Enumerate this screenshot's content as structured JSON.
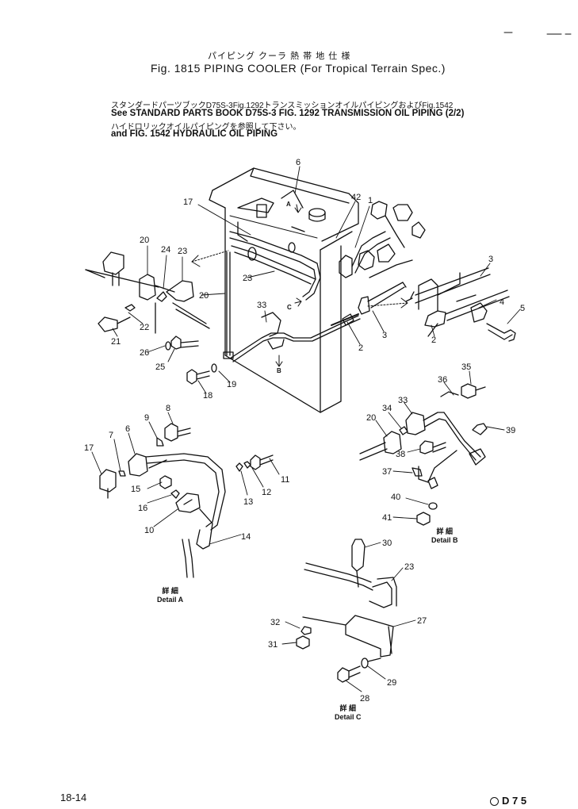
{
  "header": {
    "jp_title": "パイピング  クーラ         熱 帯 地 仕 様",
    "figure_title": "Fig. 1815   PIPING COOLER (For Tropical Terrain Spec.)"
  },
  "note": {
    "jp_line1": "スタンダードパーツブックD75S-3Fig.1292トランスミッションオイルパイピングおよびFig.1542",
    "en_line1": "See STANDARD PARTS BOOK D75S-3 FIG. 1292 TRANSMISSION OIL PIPING (2/2)",
    "jp_line2": "ハイドロリックオイルパイピングを参照して下さい。",
    "en_line2": "and FIG. 1542 HYDRAULIC OIL PIPING"
  },
  "callouts": {
    "main": [
      "6",
      "17",
      "42",
      "1",
      "20",
      "24",
      "23",
      "3",
      "4",
      "5",
      "23",
      "20",
      "33",
      "2",
      "22",
      "21",
      "3",
      "2",
      "26",
      "25",
      "18",
      "19"
    ],
    "detail_a": [
      "8",
      "9",
      "6",
      "7",
      "17",
      "15",
      "16",
      "10",
      "11",
      "12",
      "13",
      "14"
    ],
    "detail_b": [
      "35",
      "36",
      "33",
      "34",
      "20",
      "38",
      "39",
      "37",
      "40",
      "41"
    ],
    "detail_c": [
      "30",
      "23",
      "27",
      "32",
      "31",
      "28",
      "29"
    ]
  },
  "view_markers": [
    "A",
    "B",
    "C"
  ],
  "detail_labels": {
    "a_jp": "詳 細",
    "a": "Detail A",
    "b_jp": "詳 細",
    "b": "Detail B",
    "c_jp": "詳 細",
    "c": "Detail C"
  },
  "footer": {
    "page_number": "18-14",
    "model_code": "D 7 5"
  }
}
